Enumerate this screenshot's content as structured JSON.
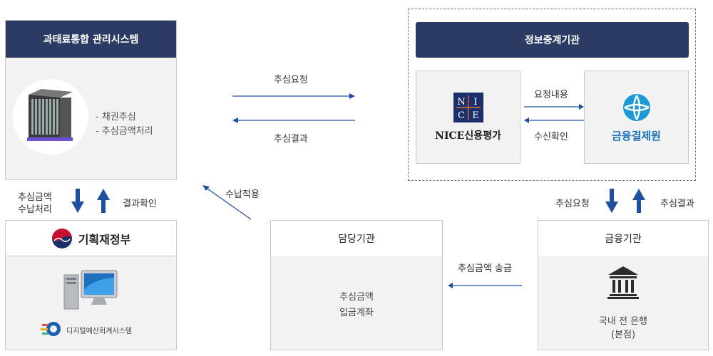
{
  "mgmt_system": {
    "title": "과태료통합 관리시스템",
    "items": [
      "- 채권추심",
      "- 추심금액처리"
    ]
  },
  "intermediary": {
    "title": "정보중계기관",
    "nice_label": "NICE신용평가",
    "nice_logo_letters": [
      "N",
      "I",
      "C",
      "E"
    ],
    "kftc_label": "금융결제원",
    "request_content": "요청내용",
    "receive_confirm": "수신확인"
  },
  "arrows": {
    "collection_request_top": "추심요청",
    "collection_result_top": "추심결과",
    "amount_receipt_line1": "추심금액",
    "amount_receipt_line2": "수납처리",
    "result_confirm": "결과확인",
    "receipt_apply": "수납적용",
    "collection_request_right": "추심요청",
    "collection_result_right": "추심결과",
    "amount_remit": "추심금액 송금"
  },
  "ministry": {
    "name": "기획재정부",
    "dbrain_label": "디지털예산회계시스템"
  },
  "agency": {
    "title": "담당기관",
    "line1": "추심금액",
    "line2": "입금계좌"
  },
  "bank": {
    "title": "금융기관",
    "line1": "국내 전 은행",
    "line2": "(본점)"
  },
  "colors": {
    "navy": "#2b3b63",
    "arrow_blue": "#1f4fa0",
    "box_gray": "#f2f2f2"
  }
}
